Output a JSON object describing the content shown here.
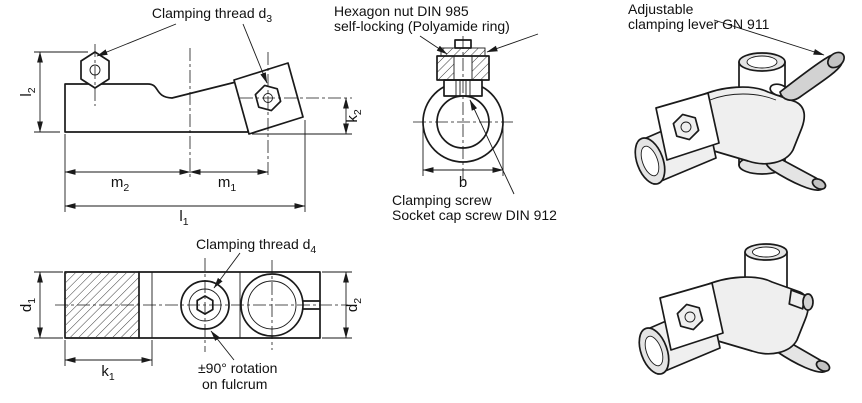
{
  "colors": {
    "background": "#ffffff",
    "ink": "#1a1a1a"
  },
  "callouts": {
    "clamping_thread_d3": {
      "text": "Clamping thread d",
      "sub": "3"
    },
    "hexagon_nut": {
      "line1": "Hexagon nut  DIN 985",
      "line2": "self-locking (Polyamide ring)"
    },
    "adjustable_lever": {
      "line1": "Adjustable",
      "line2": "clamping lever  GN 911"
    },
    "clamping_screw": {
      "line1": "Clamping screw",
      "line2": "Socket cap screw DIN 912"
    },
    "clamping_thread_d4": {
      "text": "Clamping thread d",
      "sub": "4"
    },
    "rotation": {
      "line1": "±90° rotation",
      "line2": "on fulcrum"
    }
  },
  "dimensions": {
    "l2": {
      "letter": "l",
      "sub": "2"
    },
    "k2": {
      "letter": "k",
      "sub": "2"
    },
    "m2": {
      "letter": "m",
      "sub": "2"
    },
    "m1": {
      "letter": "m",
      "sub": "1"
    },
    "l1": {
      "letter": "l",
      "sub": "1"
    },
    "b": {
      "letter": "b",
      "sub": ""
    },
    "d1": {
      "letter": "d",
      "sub": "1"
    },
    "d2": {
      "letter": "d",
      "sub": "2"
    },
    "k1": {
      "letter": "k",
      "sub": "1"
    }
  }
}
